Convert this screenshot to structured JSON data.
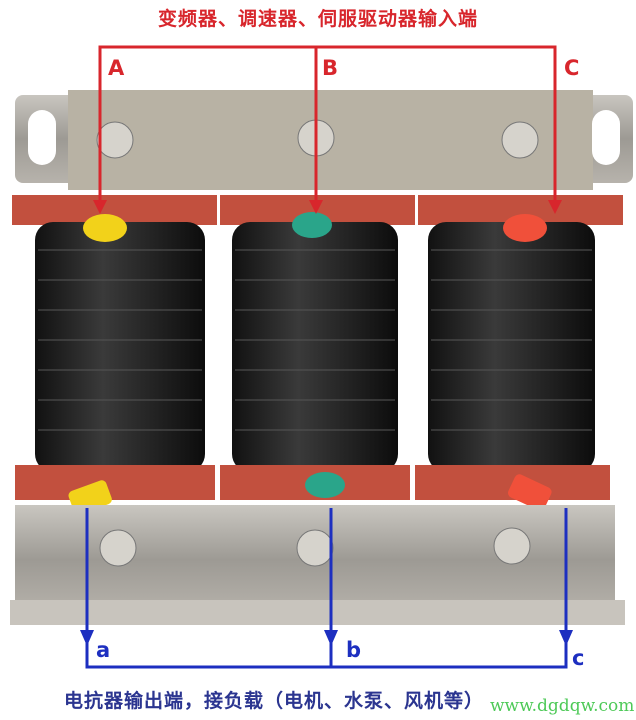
{
  "title": "变频器、调速器、伺服驱动器输入端",
  "bottom_caption": "电抗器输出端，接负载（电机、水泵、风机等）",
  "input_labels": [
    "A",
    "B",
    "C"
  ],
  "output_labels": [
    "a",
    "b",
    "c"
  ],
  "watermark": "www.dgdqw.com",
  "colors": {
    "input_lines": "#d8262c",
    "output_lines": "#1d2fc0",
    "caption": "#2b3590",
    "phase_a": "#f2d21a",
    "phase_b": "#2aa58a",
    "phase_c": "#f0503a"
  }
}
